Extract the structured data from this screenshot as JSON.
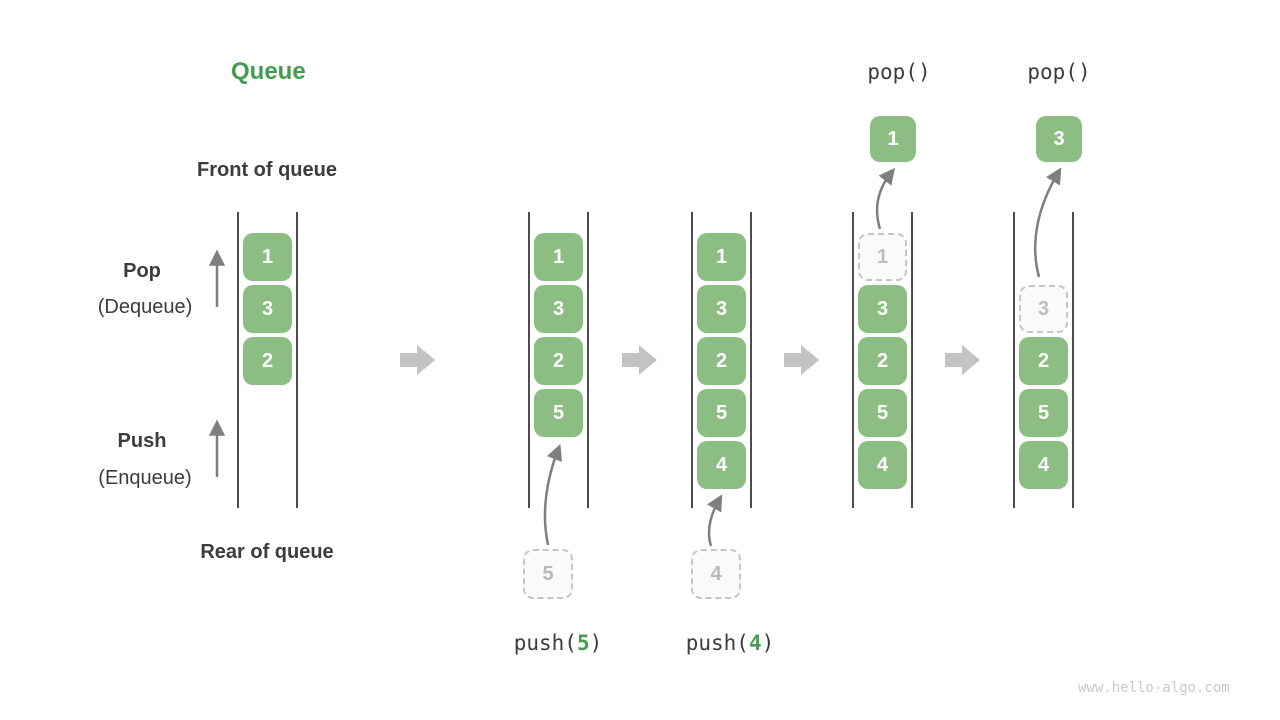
{
  "title": "Queue",
  "watermark": "www.hello-algo.com",
  "colors": {
    "title_green": "#449C4E",
    "box_green": "#8CBE84",
    "box_text": "#FFFFFF",
    "label_dark": "#3C3C3C",
    "arg_green": "#4A9B50",
    "thin_arrow": "#7F7F7F",
    "block_arrow": "#C3C3C3",
    "dashed_border": "#C6C6C6",
    "dashed_text": "#BDBDBD",
    "column_line": "#4D4D4D",
    "watermark_gray": "#C9C9C9"
  },
  "side_labels": {
    "front": "Front of queue",
    "rear": "Rear of queue",
    "pop_title": "Pop",
    "pop_sub": "(Dequeue)",
    "push_title": "Push",
    "push_sub": "(Enqueue)"
  },
  "operations": {
    "push5_fn": "push(",
    "push5_arg": "5",
    "push5_close": ")",
    "push4_fn": "push(",
    "push4_arg": "4",
    "push4_close": ")",
    "pop_label_1": "pop()",
    "pop_label_2": "pop()"
  },
  "queues": [
    {
      "cells": [
        {
          "value": "1"
        },
        {
          "value": "3"
        },
        {
          "value": "2"
        }
      ]
    },
    {
      "cells": [
        {
          "value": "1"
        },
        {
          "value": "3"
        },
        {
          "value": "2"
        },
        {
          "value": "5"
        }
      ],
      "staged": {
        "value": "5"
      }
    },
    {
      "cells": [
        {
          "value": "1"
        },
        {
          "value": "3"
        },
        {
          "value": "2"
        },
        {
          "value": "5"
        },
        {
          "value": "4"
        }
      ],
      "staged": {
        "value": "4"
      }
    },
    {
      "cells": [
        {
          "value": "1"
        },
        {
          "value": "3"
        },
        {
          "value": "2"
        },
        {
          "value": "5"
        },
        {
          "value": "4"
        }
      ],
      "popped": {
        "value": "1"
      }
    },
    {
      "cells": [
        {
          "value": "3"
        },
        {
          "value": "2"
        },
        {
          "value": "5"
        },
        {
          "value": "4"
        }
      ],
      "popped": {
        "value": "3"
      }
    }
  ]
}
